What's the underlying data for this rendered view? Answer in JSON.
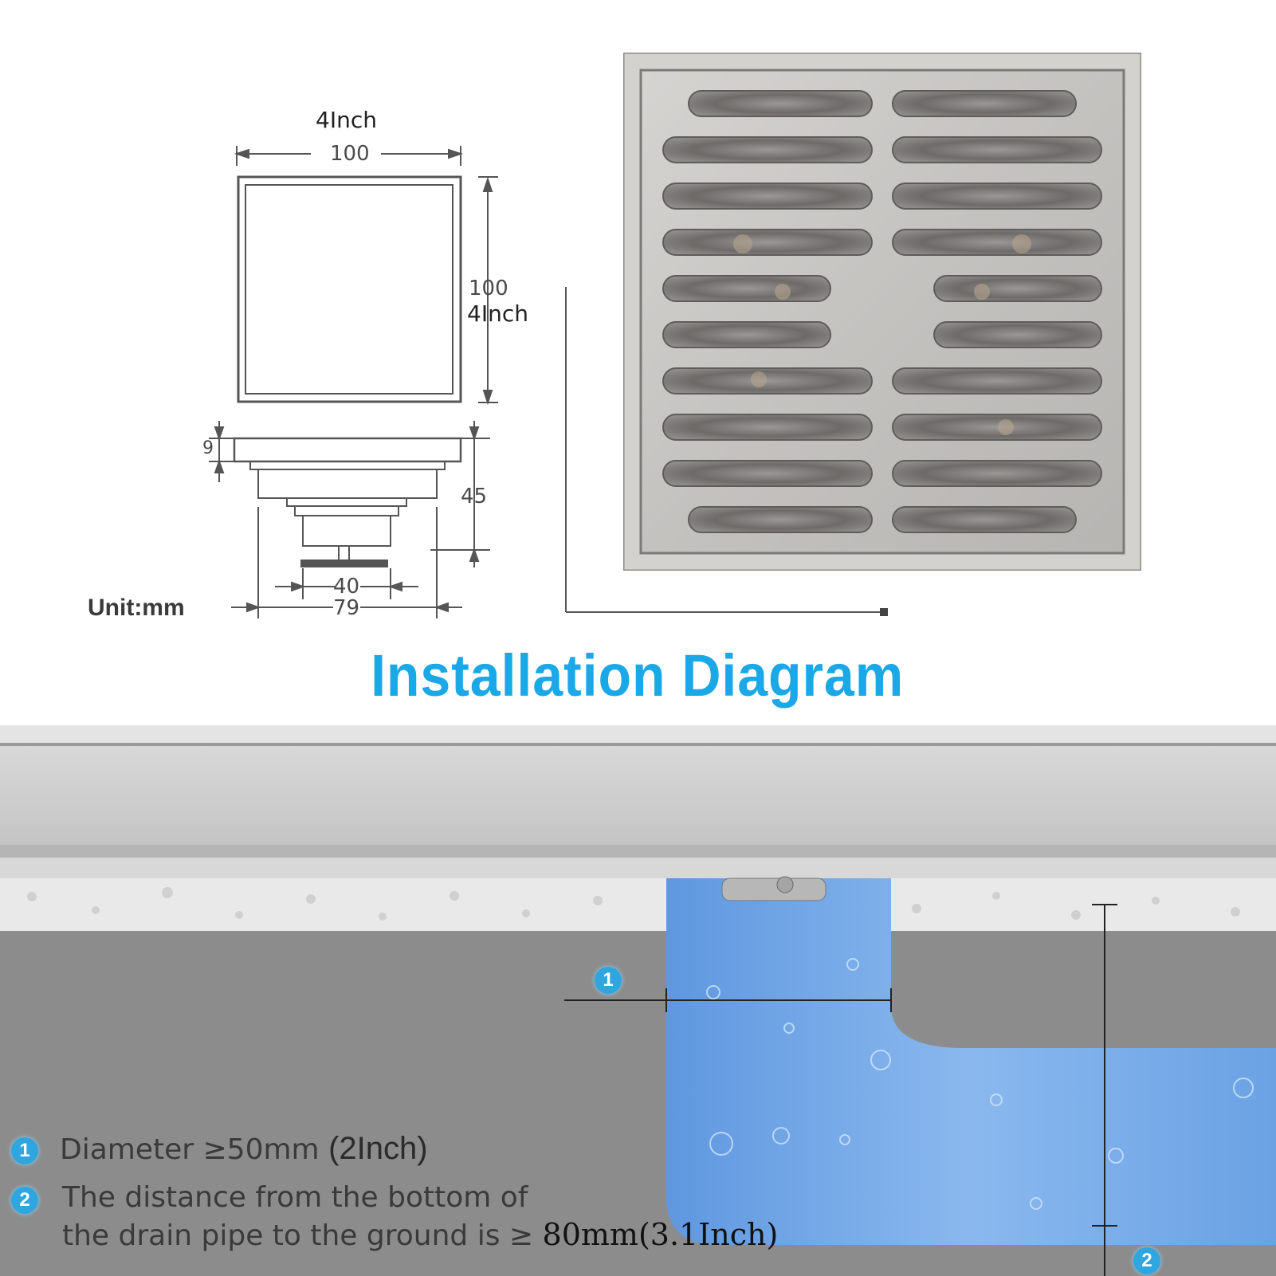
{
  "dimensions": {
    "top_inch": "4Inch",
    "top_mm": "100",
    "side_mm": "100",
    "side_inch": "4Inch",
    "flange_mm": "9",
    "height_mm": "45",
    "outlet_mm": "40",
    "body_mm": "79",
    "unit_label": "Unit:mm"
  },
  "section_title": "Installation Diagram",
  "notes": [
    {
      "badge": "1",
      "text": "Diameter ≥50mm",
      "extra": "(2Inch)"
    },
    {
      "badge": "2",
      "line1": "The distance from the bottom of",
      "line2": "the drain pipe to the ground is ≥",
      "extra": "80mm(3.1Inch)"
    }
  ],
  "diagram_markers": [
    "1",
    "2"
  ],
  "colors": {
    "title": "#1aa8e6",
    "badge": "#2fa6e0",
    "pipe_water": "#6aa6e6",
    "concrete": "#8a8a8a",
    "steel": "#c9c7c4"
  }
}
